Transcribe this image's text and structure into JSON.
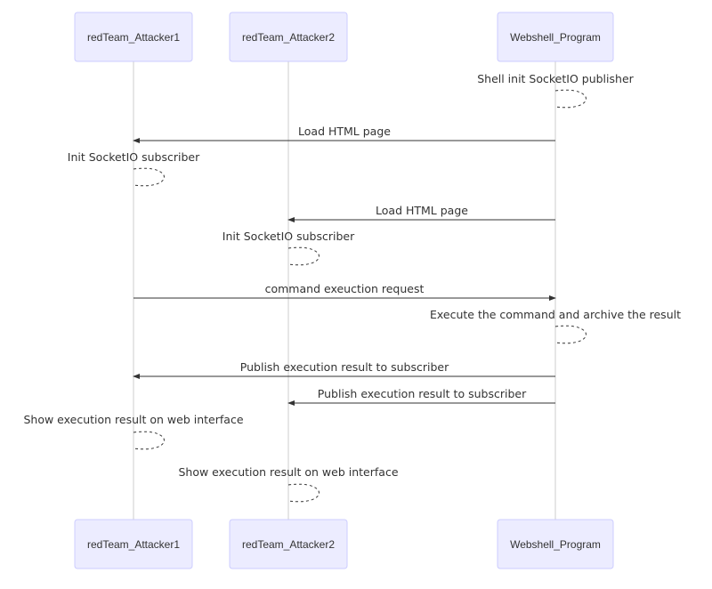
{
  "participants": [
    {
      "id": "a1",
      "name": "redTeam_Attacker1"
    },
    {
      "id": "a2",
      "name": "redTeam_Attacker2"
    },
    {
      "id": "ws",
      "name": "Webshell_Program"
    }
  ],
  "messages": [
    {
      "from": "ws",
      "to": "ws",
      "text": "Shell init SocketIO publisher"
    },
    {
      "from": "ws",
      "to": "a1",
      "text": "Load HTML page"
    },
    {
      "from": "a1",
      "to": "a1",
      "text": "Init SocketIO subscriber"
    },
    {
      "from": "ws",
      "to": "a2",
      "text": "Load HTML page"
    },
    {
      "from": "a2",
      "to": "a2",
      "text": "Init SocketIO subscriber"
    },
    {
      "from": "a1",
      "to": "ws",
      "text": "command exeuction request"
    },
    {
      "from": "ws",
      "to": "ws",
      "text": "Execute the command and archive the result"
    },
    {
      "from": "ws",
      "to": "a1",
      "text": "Publish execution result to subscriber"
    },
    {
      "from": "ws",
      "to": "a2",
      "text": "Publish execution result to subscriber"
    },
    {
      "from": "a1",
      "to": "a1",
      "text": "Show execution result on web interface"
    },
    {
      "from": "a2",
      "to": "a2",
      "text": "Show execution result on web interface"
    }
  ],
  "colors": {
    "actor_fill": "#ECECFF",
    "actor_border": "#CCCCFF",
    "line": "#333333",
    "lifeline": "#cccccc"
  }
}
